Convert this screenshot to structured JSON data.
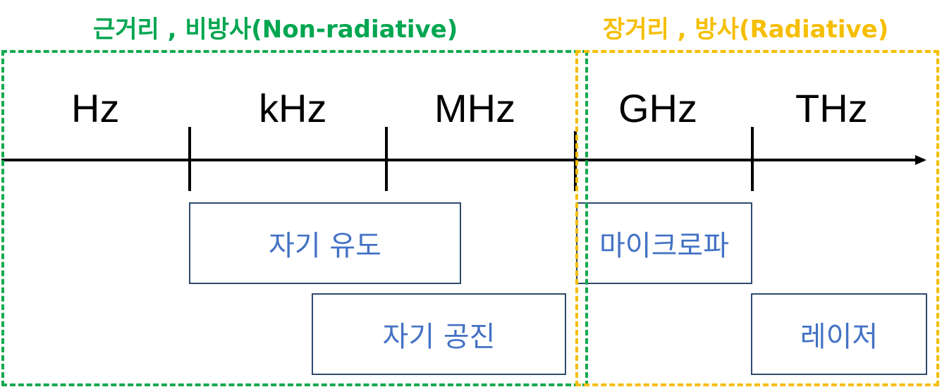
{
  "regions": {
    "near": {
      "title": "근거리 , 비방사(Non-radiative)",
      "color": "#00a650"
    },
    "far": {
      "title": "장거리 , 방사(Radiative)",
      "color": "#f5be00"
    }
  },
  "bands": [
    "Hz",
    "kHz",
    "MHz",
    "GHz",
    "THz"
  ],
  "technologies": [
    {
      "label": "자기 유도"
    },
    {
      "label": "자기 공진"
    },
    {
      "label": "마이크로파"
    },
    {
      "label": "레이저"
    }
  ],
  "colors": {
    "axis": "#000000",
    "tech_text": "#4472c4",
    "tech_border": "#2f4a6f"
  }
}
